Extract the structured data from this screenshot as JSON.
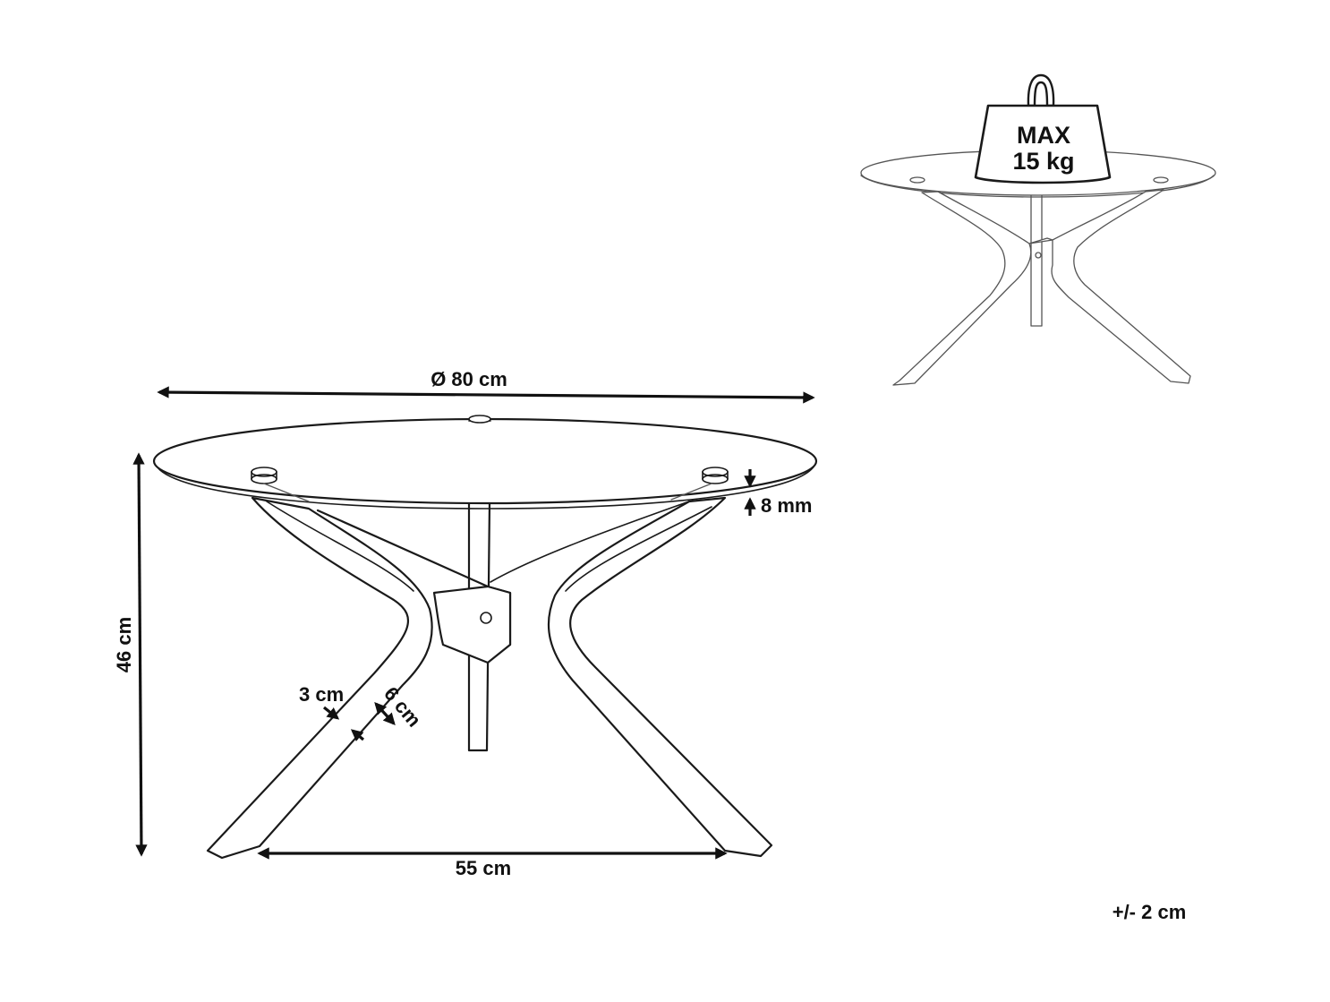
{
  "labels": {
    "diameter": "Ø 80 cm",
    "height": "46 cm",
    "glass_thickness": "8 mm",
    "leg_thickness": "3 cm",
    "leg_width": "6 cm",
    "leg_span": "55 cm",
    "tolerance": "+/- 2 cm"
  },
  "weight_badge": {
    "line1": "MAX",
    "line2": "15 kg"
  },
  "colors": {
    "line": "#1a1a1a",
    "background": "#ffffff"
  }
}
